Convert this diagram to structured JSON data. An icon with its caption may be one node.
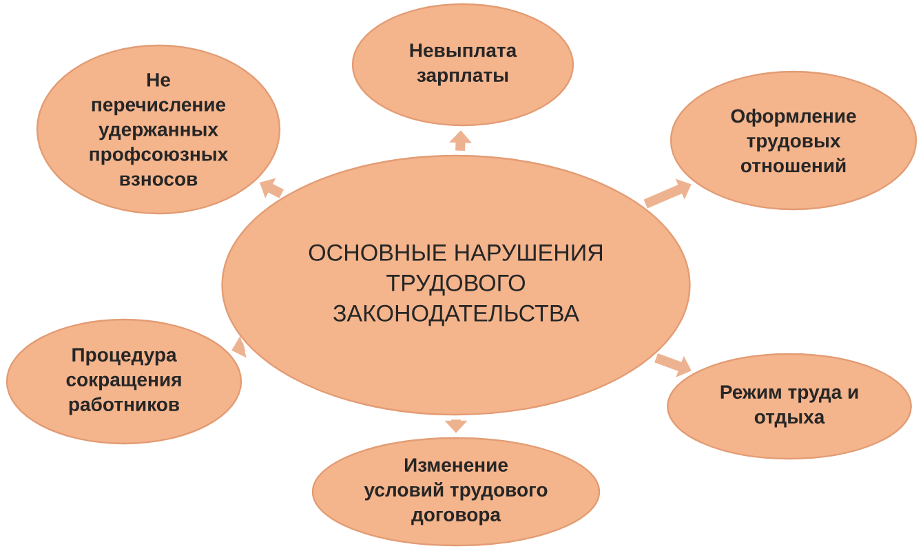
{
  "diagram": {
    "nodes": [
      {
        "text": [
          "ОСНОВНЫЕ НАРУШЕНИЯ ТРУДОВОГО ЗАКОНОДАТЕЛЬСТВА"
        ]
      },
      {
        "text": [
          "Не перечисление удержанных профсоюзных взносов"
        ]
      },
      {
        "text": [
          "Невыплата зарплаты"
        ]
      },
      {
        "text": [
          "Оформление трудовых отношений"
        ]
      },
      {
        "text": [
          "Процедура сокращения работников"
        ]
      },
      {
        "text": [
          "Режим труда и отдыха"
        ]
      },
      {
        "text": [
          "Изменение условий трудового договора"
        ]
      }
    ],
    "edges": [
      {
        "from": 0,
        "to": 1,
        "arrow": "to"
      },
      {
        "from": 0,
        "to": 2,
        "arrow": "to"
      },
      {
        "from": 0,
        "to": 3,
        "arrow": "to"
      },
      {
        "from": 0,
        "to": 4,
        "arrow": "to"
      },
      {
        "from": 0,
        "to": 5,
        "arrow": "to"
      },
      {
        "from": 0,
        "to": 6,
        "arrow": "to"
      }
    ]
  }
}
